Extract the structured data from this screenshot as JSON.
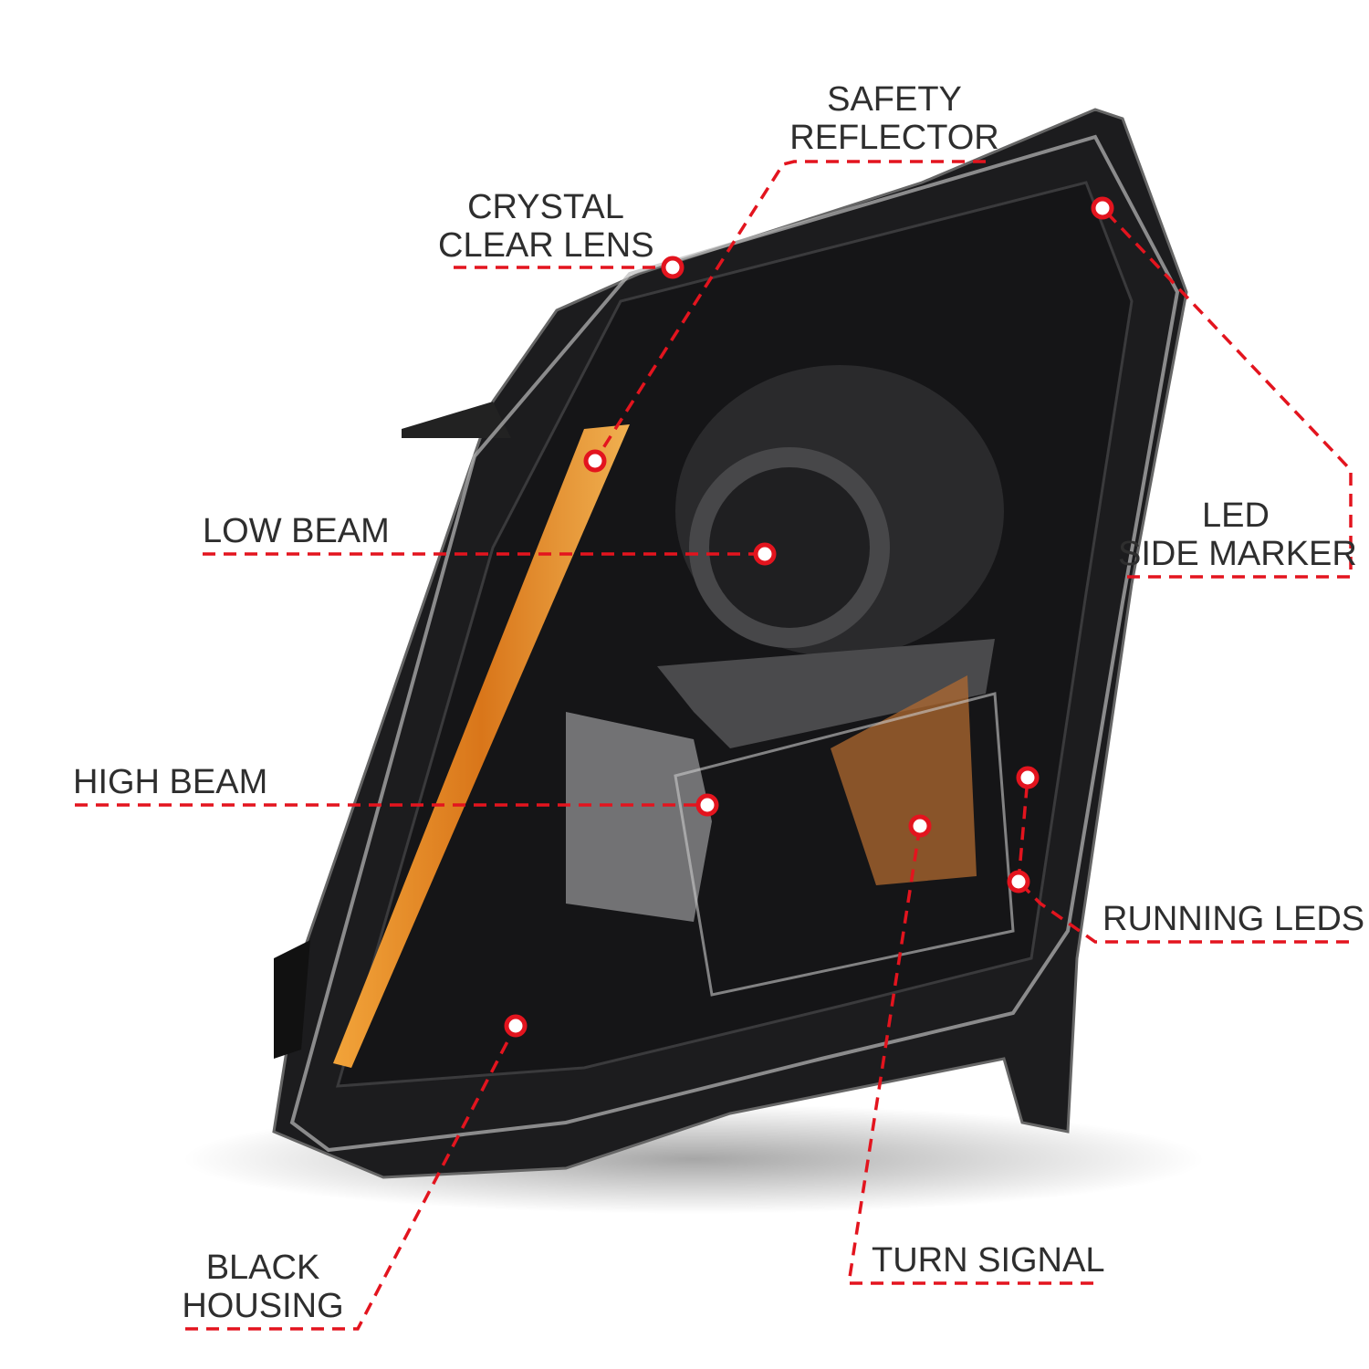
{
  "labels": {
    "safety_reflector": [
      "SAFETY",
      "REFLECTOR"
    ],
    "crystal_clear_lens": [
      "CRYSTAL",
      "CLEAR LENS"
    ],
    "low_beam": "LOW BEAM",
    "high_beam": "HIGH BEAM",
    "led_side_marker": [
      "LED",
      "SIDE MARKER"
    ],
    "running_leds": "RUNNING LEDS",
    "turn_signal": "TURN SIGNAL",
    "black_housing": [
      "BLACK",
      "HOUSING"
    ]
  },
  "colors": {
    "accent": "#e3141e",
    "text": "#2e2e2e",
    "housing": "#1c1c1e",
    "amber": "#e08a1c"
  }
}
